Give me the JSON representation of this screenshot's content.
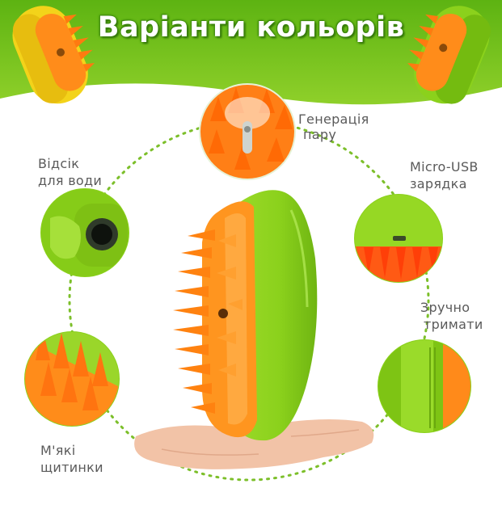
{
  "title": "Варіанти кольорів",
  "colors": {
    "lime": "#8bd11c",
    "orange": "#ff8c1a",
    "yellow": "#f3d31a",
    "label": "#5a5a5a"
  },
  "features": {
    "steam": {
      "line1": "Генерація",
      "line2": "пару"
    },
    "water": {
      "line1": "Відсік",
      "line2": "для води"
    },
    "usb": {
      "line1": "Micro-USB",
      "line2": "зарядка"
    },
    "grip": {
      "line1": "Зручно",
      "line2": "тримати"
    },
    "soft": {
      "line1": "М'які",
      "line2": "щитинки"
    }
  }
}
